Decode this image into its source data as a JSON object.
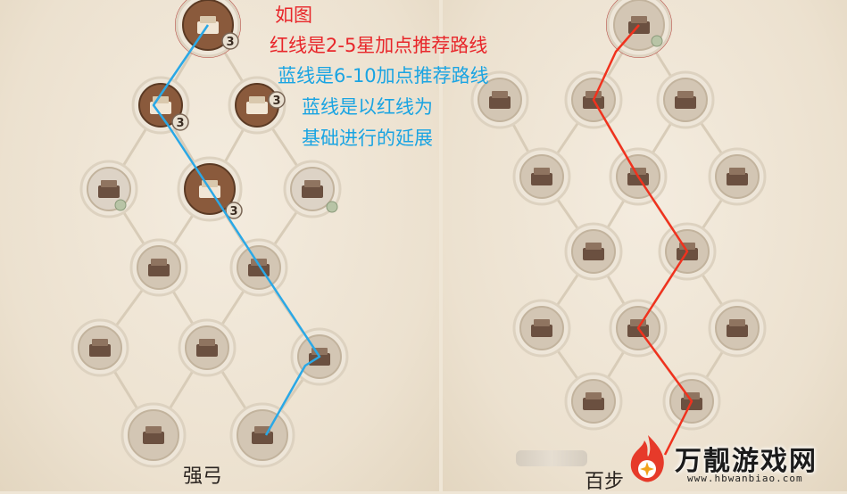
{
  "annotations": {
    "line1": "如图",
    "line2": "红线是2-5星加点推荐路线",
    "line3": "蓝线是6-10加点推荐路线",
    "line4": "蓝线是以红线为",
    "line5": "基础进行的延展"
  },
  "left_tree": {
    "label": "强弓",
    "badges": [
      "3",
      "3",
      "3",
      "3"
    ]
  },
  "right_tree": {
    "label": "百步"
  },
  "watermark": {
    "brand": "万靓游戏网",
    "url": "www.hbwanbiao.com"
  },
  "colors": {
    "red_path": "#f0321e",
    "blue_path": "#2aa8e6",
    "background": "#efe6d6"
  }
}
